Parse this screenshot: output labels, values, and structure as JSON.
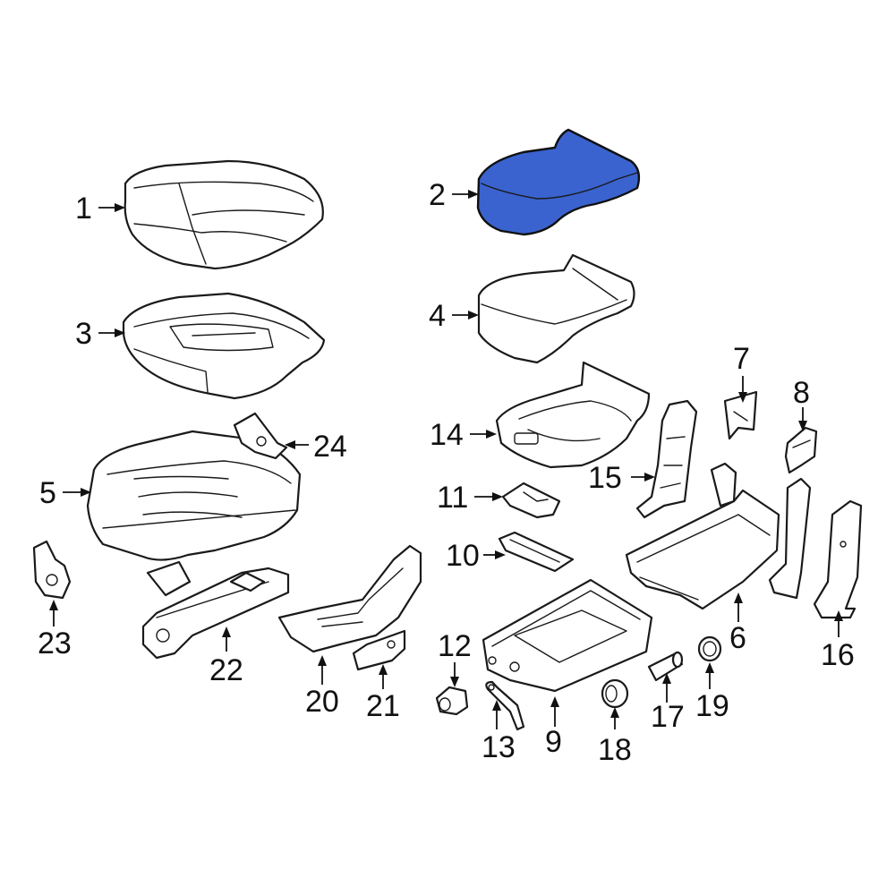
{
  "diagram": {
    "highlight_color": "#3a63cf",
    "callouts": [
      {
        "id": "1",
        "label": "1"
      },
      {
        "id": "2",
        "label": "2"
      },
      {
        "id": "3",
        "label": "3"
      },
      {
        "id": "4",
        "label": "4"
      },
      {
        "id": "5",
        "label": "5"
      },
      {
        "id": "6",
        "label": "6"
      },
      {
        "id": "7",
        "label": "7"
      },
      {
        "id": "8",
        "label": "8"
      },
      {
        "id": "9",
        "label": "9"
      },
      {
        "id": "10",
        "label": "10"
      },
      {
        "id": "11",
        "label": "11"
      },
      {
        "id": "12",
        "label": "12"
      },
      {
        "id": "13",
        "label": "13"
      },
      {
        "id": "14",
        "label": "14"
      },
      {
        "id": "15",
        "label": "15"
      },
      {
        "id": "16",
        "label": "16"
      },
      {
        "id": "17",
        "label": "17"
      },
      {
        "id": "18",
        "label": "18"
      },
      {
        "id": "19",
        "label": "19"
      },
      {
        "id": "20",
        "label": "20"
      },
      {
        "id": "21",
        "label": "21"
      },
      {
        "id": "22",
        "label": "22"
      },
      {
        "id": "23",
        "label": "23"
      },
      {
        "id": "24",
        "label": "24"
      }
    ]
  }
}
